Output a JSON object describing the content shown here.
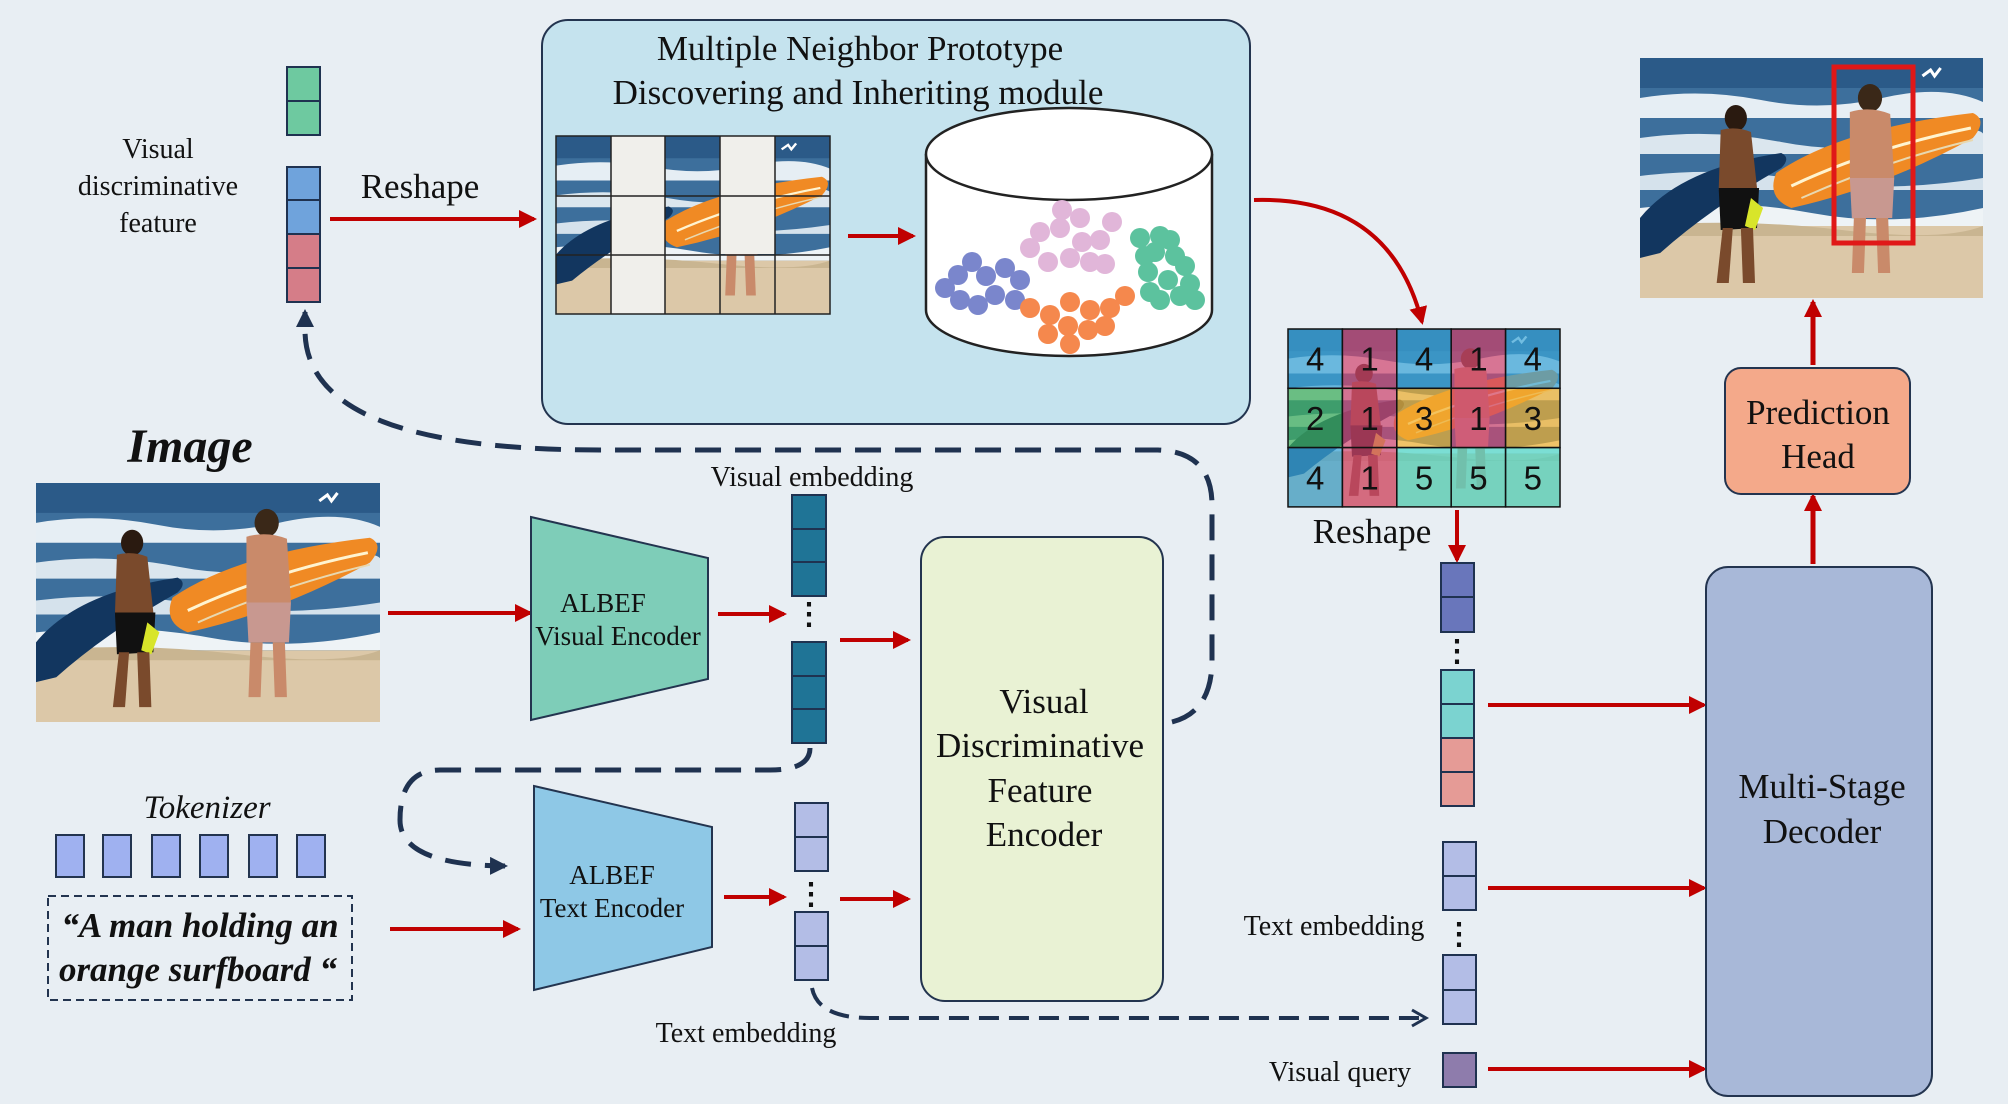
{
  "module": {
    "title_line1": "Multiple Neighbor Prototype",
    "title_line2": "Discovering and Inheriting module"
  },
  "labels": {
    "visual_feature_line1": "Visual",
    "visual_feature_line2": "discriminative",
    "visual_feature_line3": "feature",
    "reshape_top": "Reshape",
    "reshape_right": "Reshape",
    "image_title": "Image",
    "visual_embedding": "Visual embedding",
    "text_embedding_bottom": "Text embedding",
    "text_embedding_right": "Text embedding",
    "visual_query": "Visual query",
    "tokenizer": "Tokenizer",
    "caption_line1": "“A man holding an",
    "caption_line2": "orange surfboard “"
  },
  "encoders": {
    "visual_line1": "ALBEF",
    "visual_line2": "Visual Encoder",
    "text_line1": "ALBEF",
    "text_line2": "Text Encoder"
  },
  "feature_encoder": {
    "line1": "Visual",
    "line2": "Discriminative",
    "line3": "Feature",
    "line4": "Encoder"
  },
  "decoder": {
    "line1": "Multi-Stage",
    "line2": "Decoder"
  },
  "prediction_head": {
    "line1": "Prediction",
    "line2": "Head"
  },
  "prototype_grid": {
    "rows": [
      [
        "4",
        "1",
        "4",
        "1",
        "4"
      ],
      [
        "2",
        "1",
        "3",
        "1",
        "3"
      ],
      [
        "4",
        "1",
        "5",
        "5",
        "5"
      ]
    ]
  },
  "colors": {
    "arrow_red": "#c00000",
    "dashed_navy": "#1f3250",
    "module_bg": "#c5e3ee",
    "visual_encoder": "#7ecdb8",
    "text_encoder": "#8ec8e6",
    "feature_encoder": "#e9f2d4",
    "decoder": "#a8b8d8",
    "prediction_head": "#f4a98a"
  }
}
